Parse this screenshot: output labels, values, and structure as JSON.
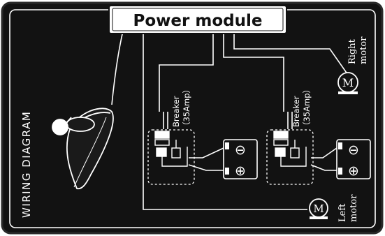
{
  "diagram": {
    "side_title": "WIRING DIAGRAM",
    "module_label": "Power module",
    "breaker_left": {
      "line1": "Breaker",
      "line2": "（35Amp）"
    },
    "breaker_right": {
      "line1": "Breaker",
      "line2": "（35Amp）"
    },
    "right_motor": {
      "symbol": "M",
      "line1": "Right",
      "line2": "motor"
    },
    "left_motor": {
      "symbol": "M",
      "line1": "Left",
      "line2": "motor"
    },
    "battery_left": {
      "neg": "⊖",
      "pos": "⊕"
    },
    "battery_right": {
      "neg": "⊖",
      "pos": "⊕"
    }
  },
  "colors": {
    "background": "#121212",
    "line": "#ffffff",
    "module_fill": "#ffffff",
    "module_text": "#111111"
  }
}
